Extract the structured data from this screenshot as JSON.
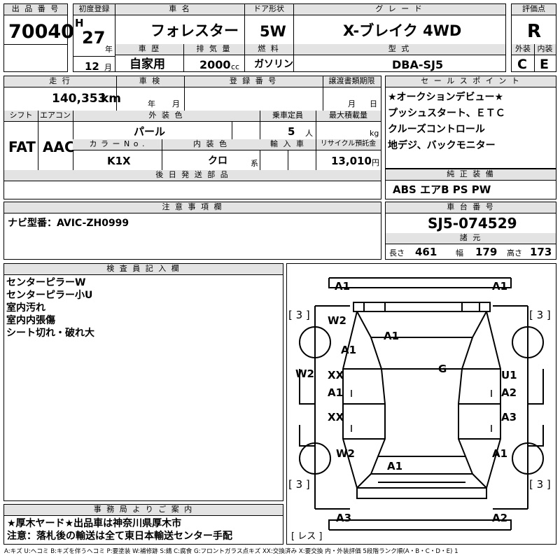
{
  "lot": {
    "header": "出 品 番 号",
    "number": "70040"
  },
  "first_reg": {
    "header": "初度登録",
    "era": "H",
    "year": "27",
    "year_unit": "年",
    "month": "12",
    "month_unit": "月"
  },
  "car_name": {
    "header": "車 名",
    "value": "フォレスター"
  },
  "doors": {
    "header": "ドア形状",
    "value": "5W"
  },
  "grade": {
    "header": "グ レ ー ド",
    "value": "X-ブレイク 4WD"
  },
  "score": {
    "header": "評価点",
    "value": "R"
  },
  "history": {
    "header": "車 歴",
    "value": "自家用"
  },
  "displacement": {
    "header": "排 気 量",
    "value": "2000",
    "unit": "cc"
  },
  "fuel": {
    "header": "燃 料",
    "value": "ガソリン"
  },
  "model": {
    "header": "型 式",
    "value": "DBA-SJ5"
  },
  "ext_grade": {
    "header": "外装",
    "value": "C"
  },
  "int_grade": {
    "header": "内装",
    "value": "E"
  },
  "mileage": {
    "header": "走 行",
    "value": "140,353",
    "unit": "km"
  },
  "inspection": {
    "header": "車 検",
    "year_unit": "年",
    "month_unit": "月"
  },
  "plate": {
    "header": "登 録 番 号"
  },
  "transfer": {
    "header": "譲渡書類期限",
    "month_unit": "月",
    "day_unit": "日"
  },
  "shift": {
    "header": "シフト",
    "value": "FAT"
  },
  "ac": {
    "header": "エアコン",
    "value": "AAC"
  },
  "ext_color": {
    "header": "外 装 色",
    "value": "パール"
  },
  "capacity": {
    "header": "乗車定員",
    "value": "5",
    "unit": "人"
  },
  "max_load": {
    "header": "最大積載量",
    "unit": "kg"
  },
  "color_no": {
    "header": "カ ラ ー N o .",
    "value": "K1X"
  },
  "int_color": {
    "header": "内 装 色",
    "value": "クロ",
    "unit": "系"
  },
  "import": {
    "header": "輸 入 車"
  },
  "recycle": {
    "header": "リサイクル預託金",
    "value": "13,010",
    "unit": "円"
  },
  "later_parts": {
    "header": "後 日 発 送 部 品"
  },
  "sales_points": {
    "header": "セ ー ル ス ポ イ ン ト",
    "lines": [
      "★オークションデビュー★",
      "プッシュスタート、ＥＴＣ",
      "クルーズコントロール",
      "地デジ、バックモニター"
    ]
  },
  "equipment": {
    "header": "純 正 装 備",
    "value": "ABS エアB PS PW"
  },
  "notes": {
    "header": "注 意 事 項 欄",
    "value": "ナビ型番：AVIC-ZH0999"
  },
  "chassis": {
    "header": "車 台 番 号",
    "value": "SJ5-074529"
  },
  "specs": {
    "header": "諸 元",
    "length_label": "長さ",
    "length": "461",
    "width_label": "幅",
    "width": "179",
    "height_label": "高さ",
    "height": "173"
  },
  "inspector": {
    "header": "検 査 員 記 入 欄",
    "lines": [
      "センターピラーW",
      "センターピラー小U",
      "室内汚れ",
      "室内内張傷",
      "シート切れ・破れ大"
    ]
  },
  "office": {
    "header": "事 務 局 よ り ご 案 内",
    "lines": [
      "★厚木ヤード★出品車は神奈川県厚木市",
      "注意：落札後の輸送は全て東日本輸送センター手配"
    ]
  },
  "legend": "A:キズ U:ヘコミ B:キズを伴うヘコミ P:要塗装 W:補修跡 S:錆 C:腐食 G:フロントガラス点キズ XX:交換済み X:要交換 内・外装評価 5段階ランク順(A・B・C・D・E) 1",
  "diagram": {
    "marks": [
      "A1",
      "A1",
      "W2",
      "A1",
      "A1",
      "W2",
      "XX",
      "A1",
      "G",
      "U1",
      "A2",
      "XX",
      "A3",
      "W2",
      "A1",
      "A1",
      "A3",
      "A2"
    ],
    "tires": [
      "[ 3 ]",
      "[ 3 ]",
      "[ 3 ]",
      "[ 3 ]"
    ],
    "spare": "[ レス ]"
  }
}
